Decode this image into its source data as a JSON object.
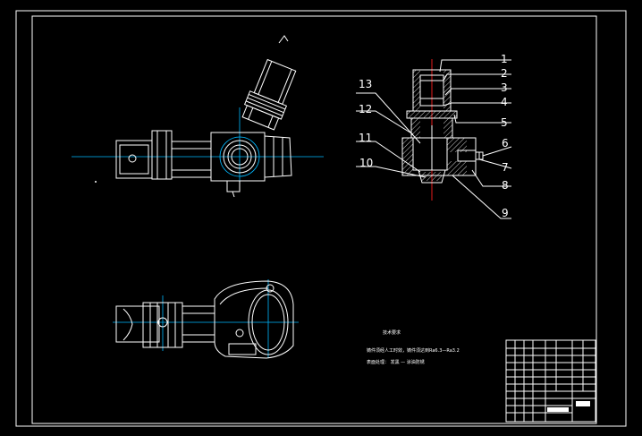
{
  "drawing": {
    "balloons": [
      "1",
      "2",
      "3",
      "4",
      "5",
      "6",
      "7",
      "8",
      "9",
      "10",
      "11",
      "12",
      "13"
    ],
    "notes": {
      "title": "技术要求",
      "line1": "铸件须经人工时效，铸件须达到Ra6.3—Ra3.2",
      "line2": "表面处理：  发黑 — 涂油防锈"
    },
    "colors": {
      "background": "#000000",
      "lines": "#ffffff",
      "centerlines": "#00b8ff",
      "axis": "#ff2020"
    }
  }
}
